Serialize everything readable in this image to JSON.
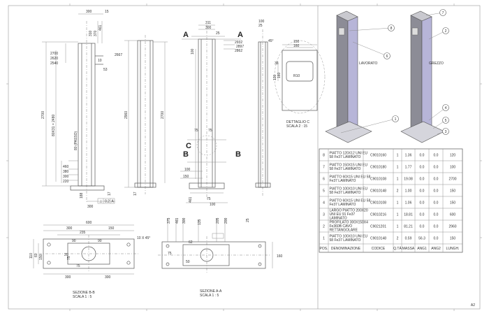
{
  "sheet": {
    "size": "A2"
  },
  "views": {
    "side_elevation": {
      "dims_top": [
        "300",
        "15"
      ],
      "dims_vertical": [
        "310",
        "370",
        "461"
      ],
      "levels": [
        "2700",
        "2620",
        "2540"
      ],
      "overall_height": "2700",
      "inner_dims": [
        "80X31 = 2480",
        "80 (PASSO)"
      ],
      "lower_levels": [
        "460",
        "380",
        "300",
        "220"
      ],
      "base_dims": [
        "188",
        "300"
      ],
      "right_dims": [
        "2667",
        "53",
        "10",
        "17"
      ],
      "gdt": [
        "⊥",
        "0.2",
        "A"
      ]
    },
    "front_elevation": {
      "overall_height": "2960",
      "height_2700": "2700",
      "bottom_dim": "17"
    },
    "section_view": {
      "label": "A",
      "dims_top": [
        "311",
        "300",
        "25"
      ],
      "side_levels": [
        "2932",
        "2897",
        "2862"
      ],
      "small_dim": "100",
      "section_c": "C",
      "section_b": "B",
      "bottom_dims": [
        "75",
        "75",
        "100",
        "150",
        "75",
        "100",
        "461"
      ],
      "right_top": [
        "100",
        "25"
      ],
      "angle": "45°"
    },
    "detail_c": {
      "dims": [
        "150",
        "160",
        "36",
        "130",
        "R10",
        "160"
      ],
      "title": "DETTAGLIO C",
      "scale": "SCALA 2 : 15"
    },
    "section_bb": {
      "title": "SEZIONE B-B",
      "scale": "SCALA 1 : 5",
      "dims_top": [
        "600",
        "300",
        "150",
        "235",
        "90",
        "90"
      ],
      "chamfer": "10 X 45°",
      "dims_left": [
        "110",
        "60",
        "150",
        "75",
        "20",
        "75"
      ],
      "dims_bottom": [
        "300",
        "300"
      ]
    },
    "section_aa": {
      "title": "SEZIONE A-A",
      "scale": "SCALA 1 : 5",
      "dims_top": [
        "375",
        "461",
        "300",
        "135",
        "205",
        "200",
        "25"
      ],
      "dims_right": [
        "160"
      ],
      "dims_inner": [
        "62",
        "75",
        "50"
      ]
    }
  },
  "iso_views": {
    "left_label": "LAVORATO",
    "right_label": "GREZZO",
    "left_balloons": [
      "8",
      "6",
      "1"
    ],
    "right_balloons": [
      "7",
      "2",
      "4",
      "5",
      "3"
    ]
  },
  "bom": {
    "headers": [
      "POS.",
      "DENOMINAZIONE",
      "CODICE",
      "Q.TÀ",
      "MASSA",
      "ANG1",
      "ANG2",
      "LUNGH."
    ],
    "rows": [
      [
        "8",
        "PIATTO 120X12 UNI EU 58 Fe37 LAMINATO",
        "C9010160",
        "1",
        "1.36",
        "0.0",
        "0.0",
        "120"
      ],
      [
        "7",
        "PIATTO 150X15 UNI EU 58 Fe37 LAMINATO",
        "C9010180",
        "1",
        "1.77",
        "0.0",
        "0.0",
        "100"
      ],
      [
        "6",
        "PIATTO 60X15 UNI EU 58 Fe37 LAMINATO",
        "C9010108",
        "1",
        "19.08",
        "0.0",
        "0.0",
        "2700"
      ],
      [
        "5",
        "PIATTO 100X10 UNI EU 58 Fe37 LAMINATO",
        "C9010148",
        "2",
        "1.00",
        "0.0",
        "0.0",
        "150"
      ],
      [
        "4",
        "PIATTO 60X15 UNI EU 58 Fe37 LAMINATO",
        "C9010108",
        "1",
        "1.06",
        "0.0",
        "0.0",
        "150"
      ],
      [
        "3",
        "LARGO PIATTO 200X20 UNI EU 91 Fe37 LAMINATO",
        "C9010216",
        "1",
        "18.81",
        "0.0",
        "0.0",
        "600"
      ],
      [
        "2",
        "PROFILATO 300X150X4 Fe360B CAVO RETTANGOLARE",
        "C9021201",
        "1",
        "81.21",
        "0.0",
        "0.0",
        "2960"
      ],
      [
        "1",
        "PIATTO 100X10 UNI EU 58 Fe37 LAMINATO",
        "C9010148",
        "2",
        "0.59",
        "56.3",
        "0.0",
        "150"
      ]
    ]
  }
}
